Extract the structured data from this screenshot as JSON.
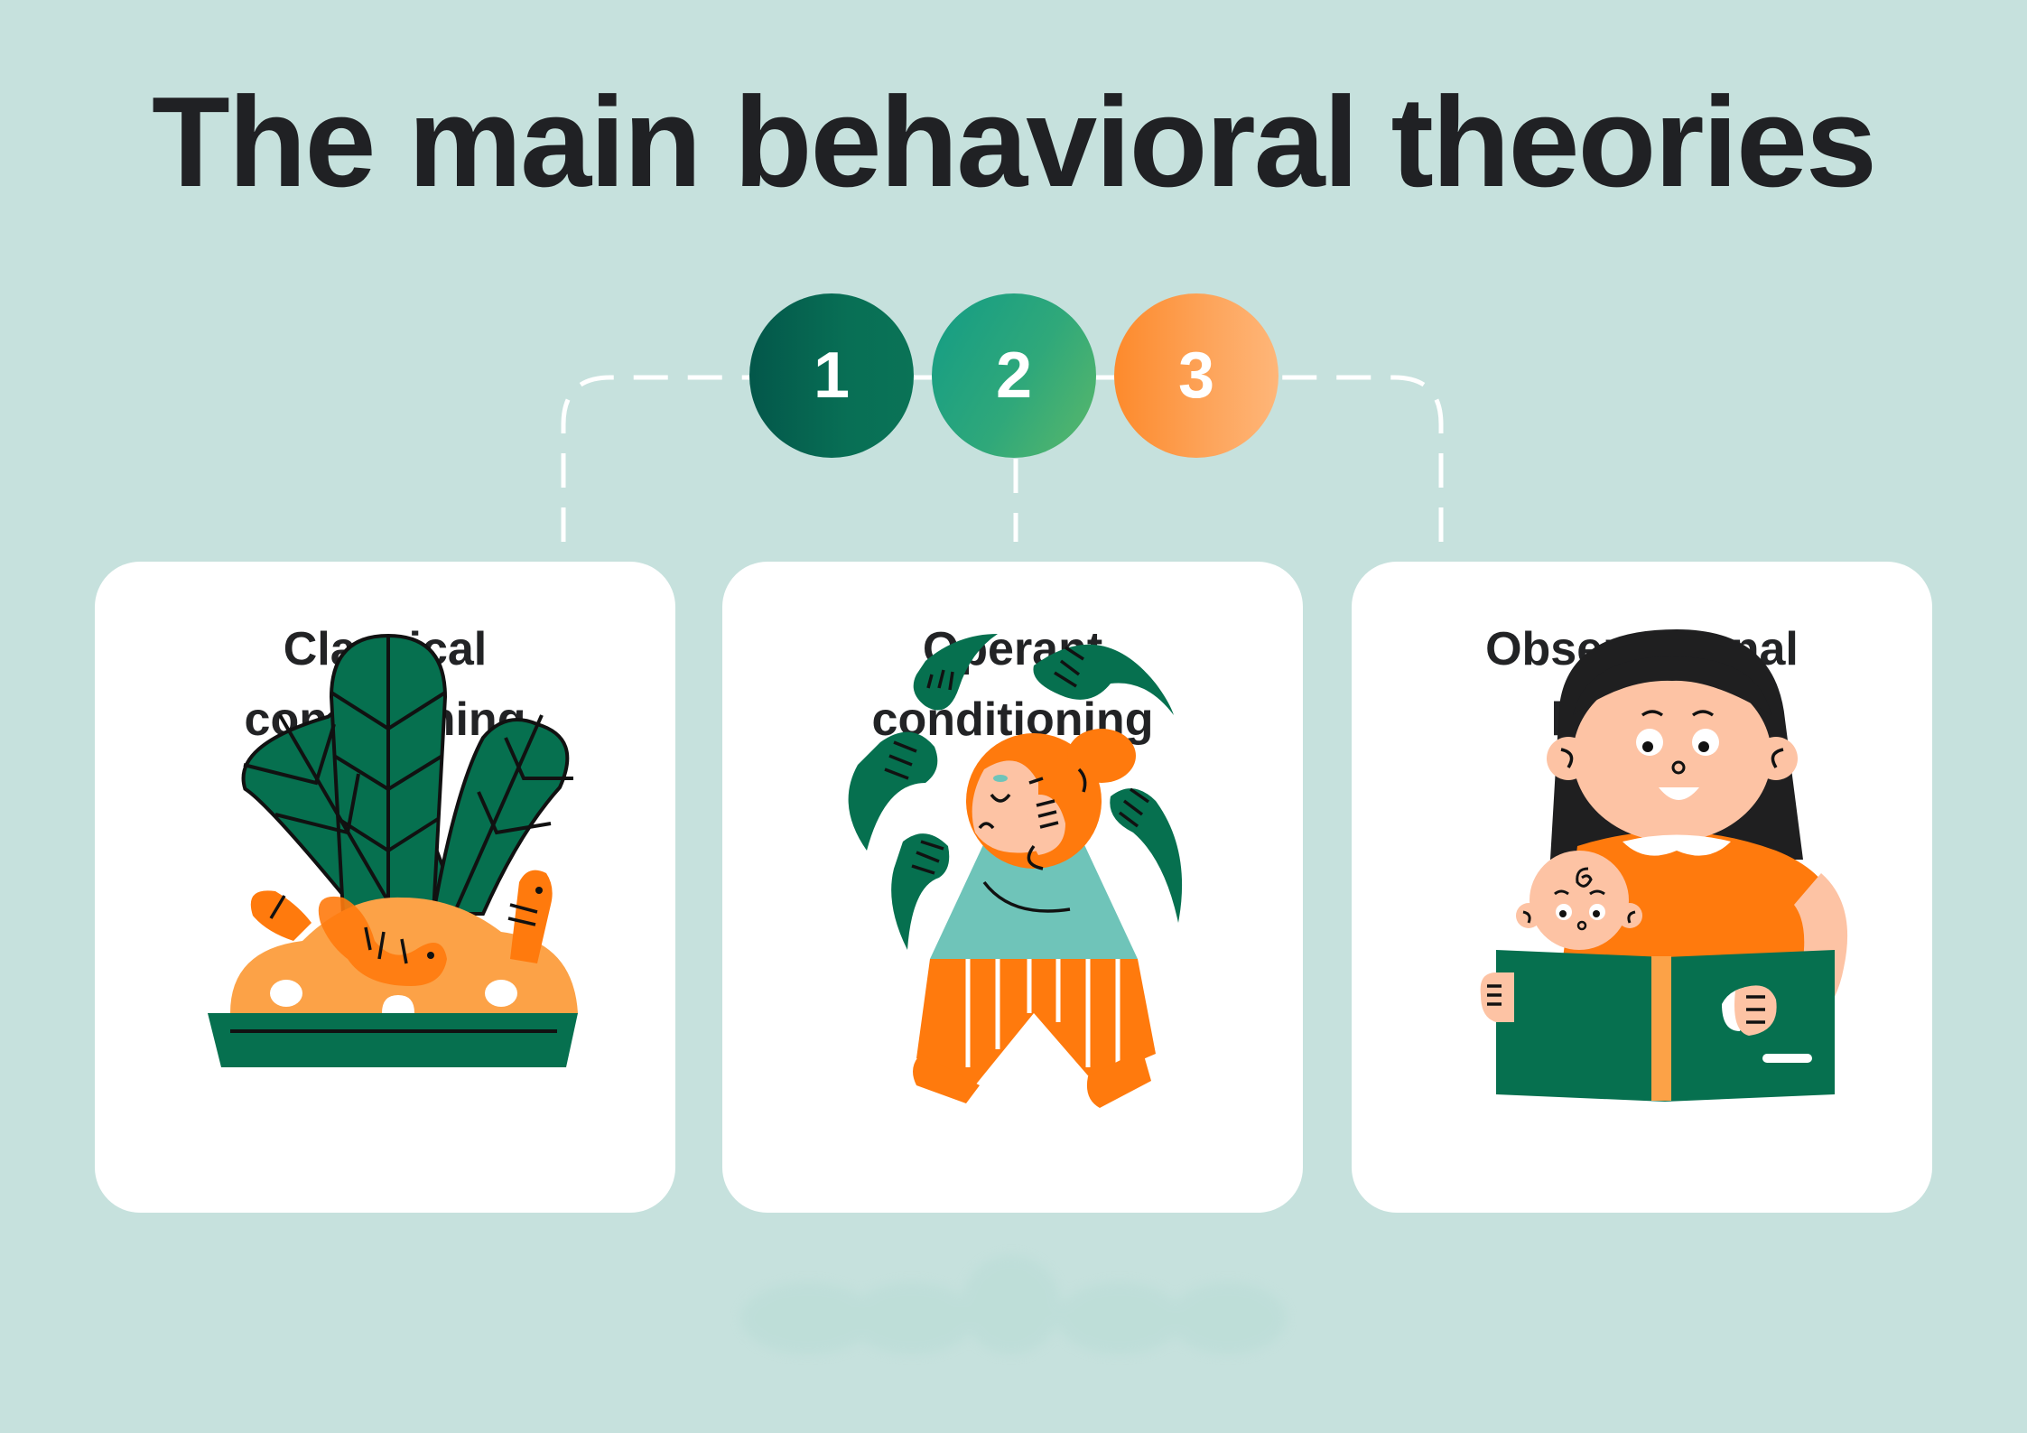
{
  "title": "The main behavioral theories",
  "steps": [
    {
      "number": "1",
      "color_from": "#03574a",
      "color_to": "#0a7356"
    },
    {
      "number": "2",
      "color_from": "#139c85",
      "color_to": "#5bb86a"
    },
    {
      "number": "3",
      "color_from": "#fd8a2c",
      "color_to": "#feb679"
    }
  ],
  "cards": [
    {
      "title_line1": "Classical",
      "title_line2": "conditioning",
      "illustration": "plant-pot-with-worms-illustration"
    },
    {
      "title_line1": "Operant",
      "title_line2": "conditioning",
      "illustration": "girl-surrounded-by-pointing-hands-illustration"
    },
    {
      "title_line1": "Observational",
      "title_line2": "learning",
      "illustration": "mother-reading-book-with-baby-illustration"
    }
  ],
  "colors": {
    "background": "#c6e1dd",
    "card": "#ffffff",
    "text": "#202124",
    "dark_green": "#06704f",
    "orange": "#ff7a0d",
    "light_orange": "#fca247",
    "skin": "#fdc3a4",
    "teal_shirt": "#6fc4b9"
  }
}
